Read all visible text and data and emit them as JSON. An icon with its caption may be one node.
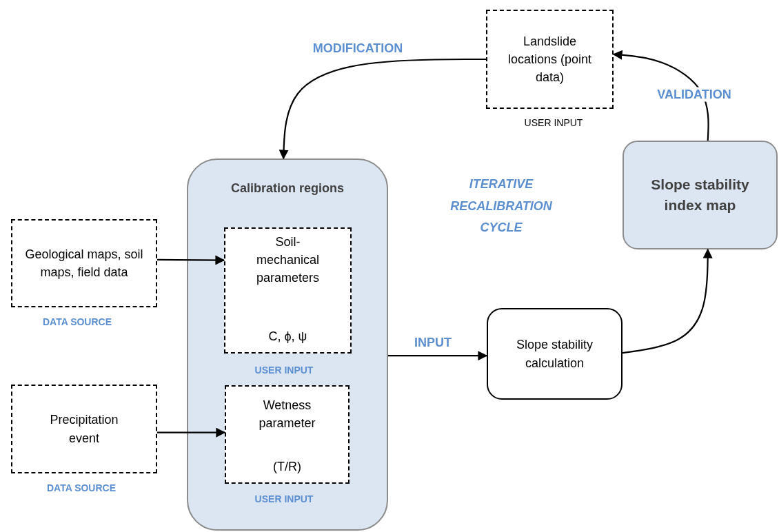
{
  "diagram": {
    "nodes": [
      {
        "text": [
          "Landslide locations (point data)"
        ],
        "beside": [
          "USER INPUT"
        ]
      },
      {
        "text": [
          "Calibration regions"
        ]
      },
      {
        "text": [
          "Geological maps, soil maps, field data"
        ],
        "beside": [
          "DATA SOURCE"
        ]
      },
      {
        "text": [
          "Soil-mechanical parameters",
          "C, ϕ, ψ"
        ],
        "in": 1,
        "beside": [
          "USER INPUT"
        ]
      },
      {
        "text": [
          "Precipitation event"
        ],
        "beside": [
          "DATA SOURCE"
        ]
      },
      {
        "text": [
          "Wetness parameter",
          "(T/R)"
        ],
        "in": 1,
        "beside": [
          "USER INPUT"
        ]
      },
      {
        "text": [
          "Slope stability calculation"
        ]
      },
      {
        "text": [
          "Slope stability index map"
        ]
      }
    ],
    "edges": [
      {
        "from": 0,
        "to": 1,
        "arrow": "to",
        "label": "MODIFICATION"
      },
      {
        "from": 2,
        "to": 3,
        "arrow": "to"
      },
      {
        "from": 4,
        "to": 5,
        "arrow": "to"
      },
      {
        "from": 1,
        "to": 6,
        "arrow": "to",
        "label": "INPUT"
      },
      {
        "from": 6,
        "to": 7,
        "arrow": "to"
      },
      {
        "from": 7,
        "to": 0,
        "arrow": "to",
        "label": "VALIDATION"
      }
    ],
    "labels": [
      "ITERATIVE RECALIBRATION CYCLE"
    ]
  }
}
